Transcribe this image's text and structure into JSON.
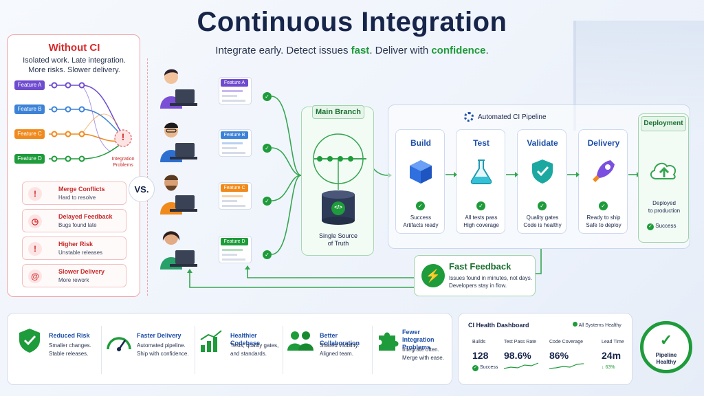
{
  "header": {
    "title": "Continuous Integration",
    "subtitle_pre": "Integrate early. Detect issues ",
    "subtitle_fast": "fast",
    "subtitle_mid": ". Deliver with ",
    "subtitle_conf": "confidence",
    "subtitle_end": "."
  },
  "without_ci": {
    "title": "Without CI",
    "desc_line1": "Isolated work. Late integration.",
    "desc_line2": "More risks. Slower delivery.",
    "features": [
      {
        "label": "Feature A",
        "color": "#6f4ccf"
      },
      {
        "label": "Feature B",
        "color": "#3c83d8"
      },
      {
        "label": "Feature C",
        "color": "#f08a1c"
      },
      {
        "label": "Feature D",
        "color": "#1e9b3a"
      }
    ],
    "integration_mark": "!",
    "integration_label1": "Integration",
    "integration_label2": "Problems",
    "problems": [
      {
        "title": "Merge Conflicts",
        "sub": "Hard to resolve",
        "icon": "warning-icon",
        "glyph": "!"
      },
      {
        "title": "Delayed Feedback",
        "sub": "Bugs found late",
        "icon": "clock-icon",
        "glyph": "◷"
      },
      {
        "title": "Higher Risk",
        "sub": "Unstable releases",
        "icon": "shield-alert-icon",
        "glyph": "!"
      },
      {
        "title": "Slower Delivery",
        "sub": "More rework",
        "icon": "snail-icon",
        "glyph": "@"
      }
    ]
  },
  "vs": "VS.",
  "devs": [
    {
      "feature": "Feature A",
      "color": "#6f4ccf"
    },
    {
      "feature": "Feature B",
      "color": "#3c83d8"
    },
    {
      "feature": "Feature C",
      "color": "#f08a1c"
    },
    {
      "feature": "Feature D",
      "color": "#1e9b3a"
    }
  ],
  "main_branch": {
    "title": "Main Branch",
    "source_line1": "Single Source",
    "source_line2": "of Truth",
    "code_glyph": "</>"
  },
  "pipeline": {
    "title": "Automated CI Pipeline",
    "stages": [
      {
        "title": "Build",
        "line1": "Success",
        "line2": "Artifacts ready",
        "icon": "cube-icon"
      },
      {
        "title": "Test",
        "line1": "All tests pass",
        "line2": "High coverage",
        "icon": "flask-icon"
      },
      {
        "title": "Validate",
        "line1": "Quality gates",
        "line2": "Code is healthy",
        "icon": "shield-check-icon"
      },
      {
        "title": "Delivery",
        "line1": "Ready to ship",
        "line2": "Safe to deploy",
        "icon": "rocket-icon"
      }
    ],
    "deployment": {
      "title": "Deployment",
      "line1": "Deployed",
      "line2": "to production",
      "status": "Success"
    }
  },
  "fast_feedback": {
    "title": "Fast Feedback",
    "line1": "Issues found in minutes, not days.",
    "line2": "Developers stay in flow."
  },
  "benefits": [
    {
      "title": "Reduced Risk",
      "line1": "Smaller changes.",
      "line2": "Stable releases.",
      "icon": "shield-check-icon"
    },
    {
      "title": "Faster Delivery",
      "line1": "Automated pipeline.",
      "line2": "Ship with confidence.",
      "icon": "gauge-icon"
    },
    {
      "title": "Healthier Codebase",
      "line1": "Tests, quality gates,",
      "line2": "and standards.",
      "icon": "bar-chart-icon"
    },
    {
      "title": "Better Collaboration",
      "line1": "Shared visibility.",
      "line2": "Aligned team.",
      "icon": "team-icon"
    },
    {
      "title": "Fewer Integration",
      "title2": "Problems",
      "line1": "Integrate often.",
      "line2": "Merge with ease.",
      "icon": "puzzle-icon"
    }
  ],
  "dashboard": {
    "title": "CI Health Dashboard",
    "status": "All Systems Healthy",
    "metrics": [
      {
        "label": "Builds",
        "value": "128",
        "foot": "Success"
      },
      {
        "label": "Test Pass Rate",
        "value": "98.6%",
        "foot": ""
      },
      {
        "label": "Code Coverage",
        "value": "86%",
        "foot": ""
      },
      {
        "label": "Lead Time",
        "value": "24m",
        "foot": "↓ 63%"
      }
    ]
  },
  "pipeline_health": {
    "line1": "Pipeline",
    "line2": "Healthy"
  },
  "colors": {
    "accent_green": "#1e9b3a",
    "accent_blue": "#1d4fa8",
    "problem_red": "#d62b2b"
  }
}
